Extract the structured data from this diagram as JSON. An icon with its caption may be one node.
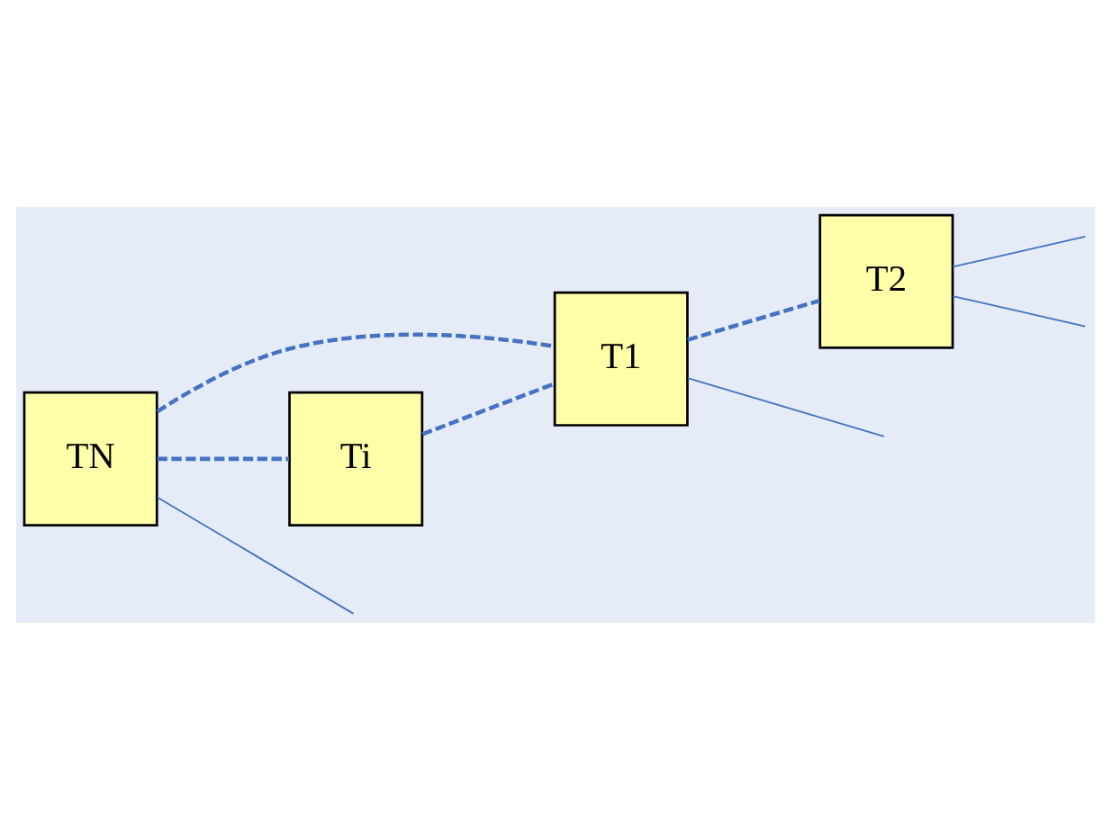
{
  "diagram": {
    "nodes": [
      {
        "text": [
          "TN"
        ]
      },
      {
        "text": [
          "T1"
        ]
      },
      {
        "text": [
          "Ti"
        ]
      },
      {
        "text": [
          "T2"
        ]
      }
    ],
    "edges": [
      {
        "from": 0,
        "to": 1,
        "arrow": "none",
        "style": "dashed"
      },
      {
        "from": 0,
        "to": 2,
        "arrow": "none",
        "style": "dashed"
      },
      {
        "from": 2,
        "to": 1,
        "arrow": "none",
        "style": "dashed"
      },
      {
        "from": 1,
        "to": 3,
        "arrow": "none",
        "style": "dashed"
      },
      {
        "from": 0,
        "to": null,
        "arrow": "none"
      },
      {
        "from": 1,
        "to": null,
        "arrow": "none"
      },
      {
        "from": 3,
        "to": null,
        "arrow": "none"
      },
      {
        "from": 3,
        "to": null,
        "arrow": "none"
      }
    ]
  }
}
